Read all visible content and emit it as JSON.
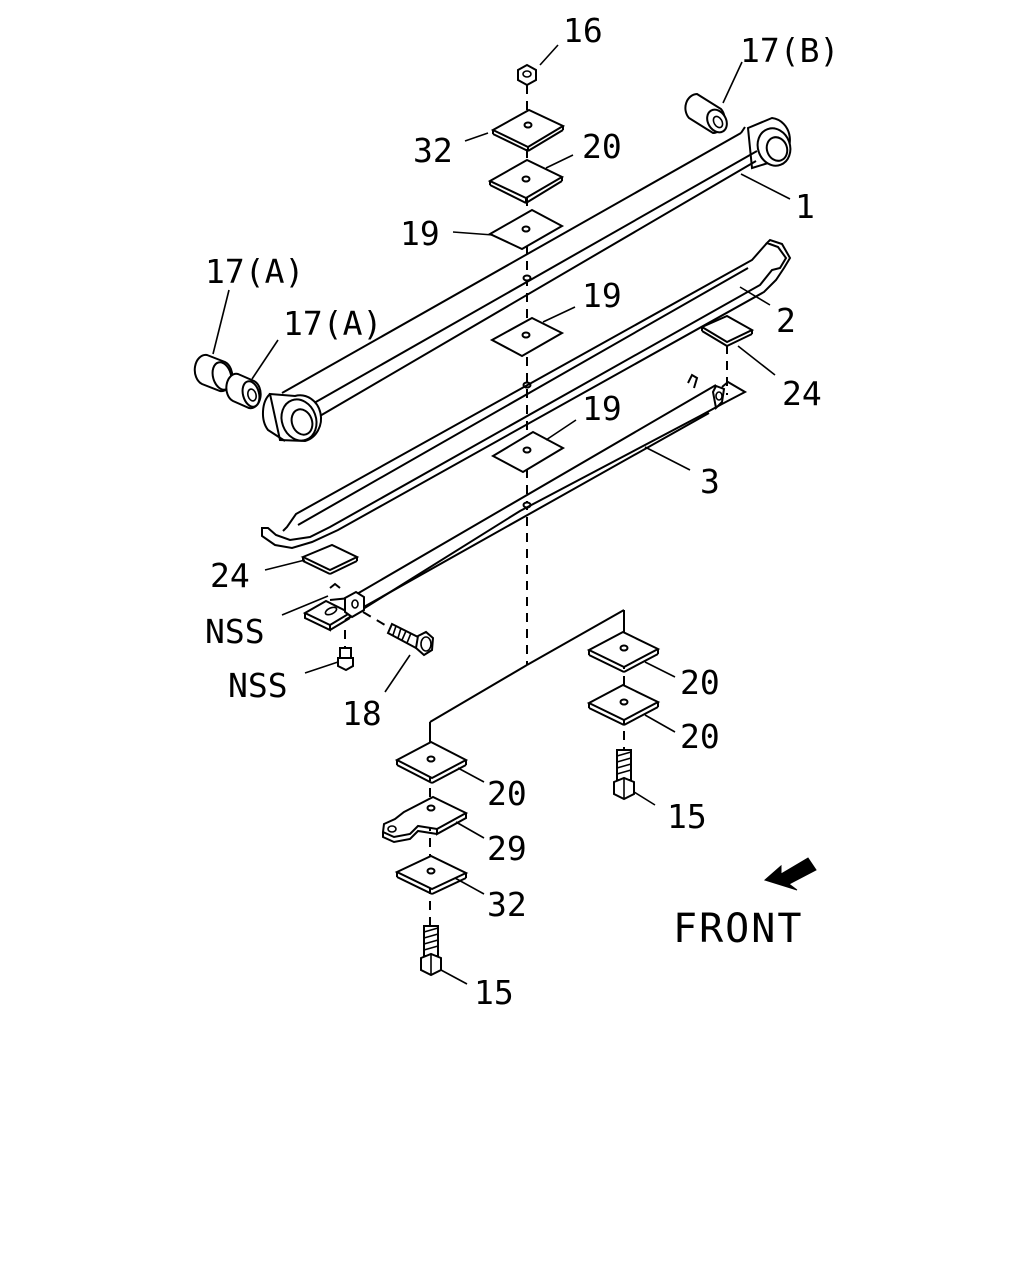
{
  "diagram": {
    "callouts": {
      "c16": "16",
      "c17b": "17(B)",
      "c32_top": "32",
      "c20_top": "20",
      "c1": "1",
      "c19_a": "19",
      "c17a_1": "17(A)",
      "c17a_2": "17(A)",
      "c19_b": "19",
      "c2": "2",
      "c24_right": "24",
      "c19_c": "19",
      "c3": "3",
      "c24_left": "24",
      "nss_1": "NSS",
      "nss_2": "NSS",
      "c18": "18",
      "c20_r1": "20",
      "c20_r2": "20",
      "c15_right": "15",
      "c20_l": "20",
      "c29": "29",
      "c32_bottom": "32",
      "c15_bottom": "15"
    },
    "front_label": "FRONT"
  }
}
